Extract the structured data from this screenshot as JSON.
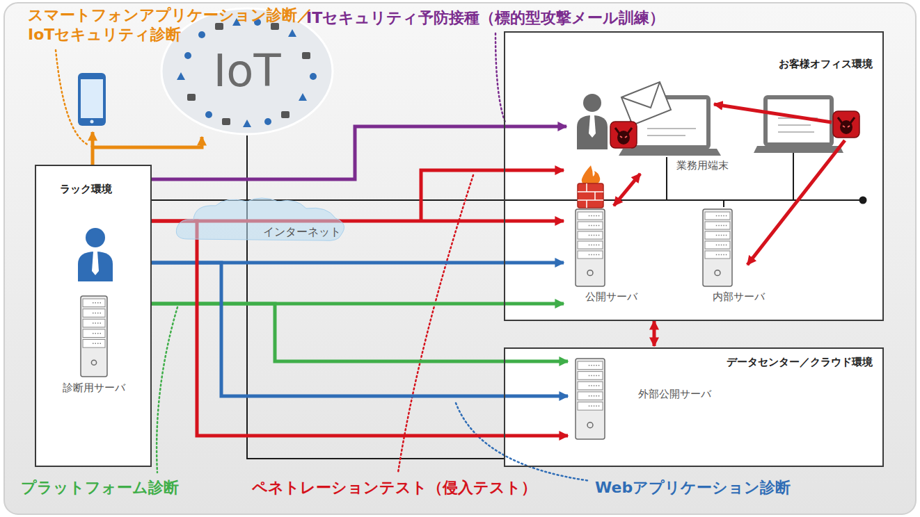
{
  "diagram": {
    "nodes": [
      {
        "text": [
          "IoT"
        ]
      },
      {
        "text": [
          "ラック環境"
        ]
      },
      {
        "text": [
          "診断用サーバ"
        ],
        "in": 1
      },
      {
        "text": [
          "インターネット"
        ]
      },
      {
        "text": [
          "お客様オフィス環境"
        ]
      },
      {
        "text": [
          "業務用端末"
        ],
        "in": 4
      },
      {
        "text": [
          "公開サーバ"
        ],
        "in": 4
      },
      {
        "text": [
          "内部サーバ"
        ],
        "in": 4
      },
      {
        "text": [
          "データセンター／クラウド環境"
        ]
      },
      {
        "text": [
          "外部公開サーバ"
        ],
        "in": 8
      }
    ],
    "edges": [
      {
        "from": 1,
        "to": 0,
        "arrow": "to"
      },
      {
        "from": 1,
        "to": 6,
        "arrow": "to"
      },
      {
        "from": 1,
        "to": 6,
        "arrow": "to"
      },
      {
        "from": 1,
        "to": 6,
        "arrow": "to"
      },
      {
        "from": 1,
        "to": 9,
        "arrow": "to"
      },
      {
        "from": 1,
        "to": 9,
        "arrow": "to"
      },
      {
        "from": 1,
        "to": 9,
        "arrow": "to"
      },
      {
        "from": 5,
        "to": 6,
        "arrow": "both"
      },
      {
        "from": 4,
        "to": 8,
        "arrow": "both"
      }
    ],
    "labels": [
      "スマートフォンアプリケーション診断／ IoTセキュリティ診断",
      "ITセキュリティ予防接種（標的型攻撃メール訓練）",
      "プラットフォーム診断",
      "ペネトレーションテスト（侵入テスト）",
      "Webアプリケーション診断"
    ]
  }
}
